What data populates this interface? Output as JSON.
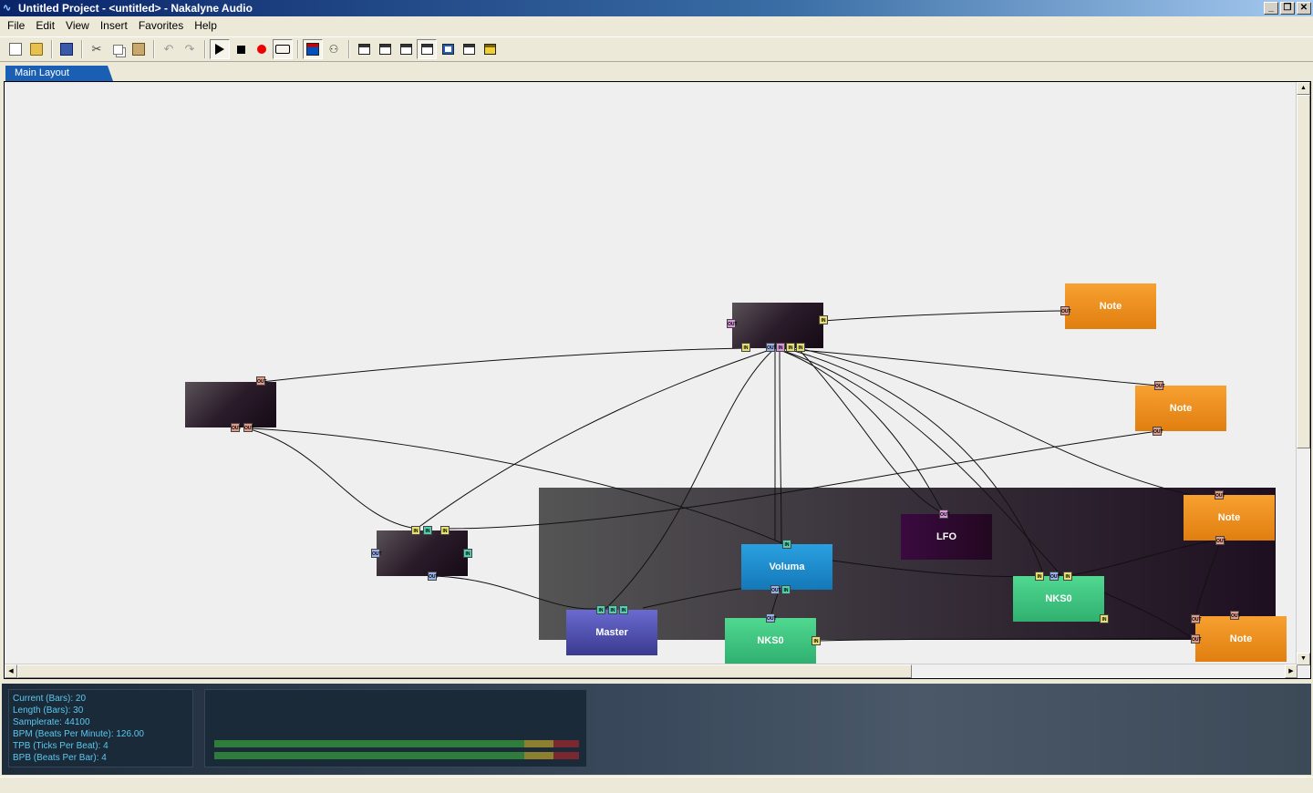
{
  "window": {
    "title": "Untitled Project - <untitled> - Nakalyne Audio"
  },
  "menu": [
    "File",
    "Edit",
    "View",
    "Insert",
    "Favorites",
    "Help"
  ],
  "tabs": [
    {
      "label": "Main Layout"
    }
  ],
  "nodes": {
    "note_1": "Note",
    "note_2": "Note",
    "note_3": "Note",
    "note_4": "Note",
    "lfo": "LFO",
    "voluma": "Voluma",
    "master": "Master",
    "nks_1": "NKS0",
    "nks_2": "NKS0"
  },
  "ports": {
    "in": "IN",
    "out": "OUT"
  },
  "info": {
    "current": "Current (Bars): 20",
    "length": "Length (Bars): 30",
    "samplerate": "Samplerate: 44100",
    "bpm": "BPM (Beats Per Minute): 126.00",
    "tpb": "TPB (Ticks Per Beat): 4",
    "bpb": "BPB (Beats Per Bar): 4"
  },
  "colors": {
    "titlebar": "#0a246a",
    "tab": "#1a5fb4",
    "note": "#f29020",
    "voluma": "#1e90d0",
    "master": "#5050b0",
    "nks": "#40c880",
    "lfo": "#300a36",
    "info_text": "#5ac8f0"
  }
}
